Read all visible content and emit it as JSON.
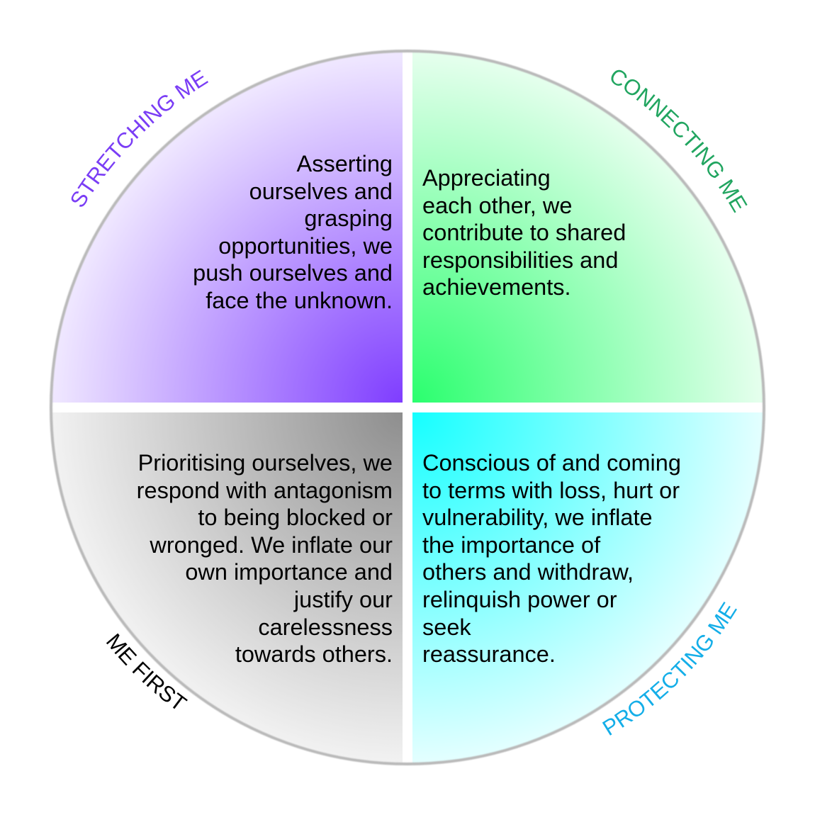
{
  "quadrants": [
    {
      "id": "stretching",
      "label": "STRETCHING ME",
      "label_color": "#7a3df5",
      "gradient_color": "#7f3dff",
      "text": "Asserting\nourselves and\ngrasping\nopportunities, we\npush ourselves and\nface the unknown."
    },
    {
      "id": "connecting",
      "label": "CONNECTING ME",
      "label_color": "#21a560",
      "gradient_color": "#2aff6e",
      "text": "Appreciating\neach other, we\ncontribute to shared\nresponsibilities and\nachievements."
    },
    {
      "id": "me-first",
      "label": "ME FIRST",
      "label_color": "#000000",
      "gradient_color": "#8e8e8e",
      "text": "Prioritising ourselves, we\nrespond with antagonism\nto being blocked or\nwronged. We inflate our\nown importance and\njustify our\ncarelessness\ntowards others."
    },
    {
      "id": "protecting",
      "label": "PROTECTING ME",
      "label_color": "#14aee8",
      "gradient_color": "#15ffff",
      "text": "Conscious of and coming\nto terms with loss, hurt or\nvulnerability, we inflate\nthe importance of\nothers and withdraw,\nrelinquish power or\nseek\nreassurance."
    }
  ]
}
